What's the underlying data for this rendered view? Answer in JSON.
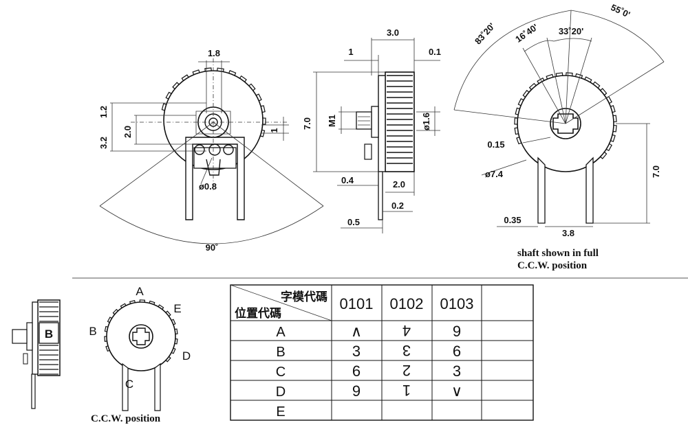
{
  "front_view": {
    "dims": {
      "top": "1.8",
      "upper_left": "1.2",
      "lower_left": "3.2",
      "inner_left": "2.0",
      "right": "1",
      "hole": "ø0.8",
      "angle": "90˚"
    }
  },
  "side_view": {
    "dims": {
      "width": "3.0",
      "left_top": "1",
      "right_top": "0.1",
      "height": "7.0",
      "thread": "M1",
      "diameter": "ø1.6",
      "pin_offset": "0.4",
      "body": "2.0",
      "pin_width": "0.2",
      "pin_base": "0.5"
    }
  },
  "rear_view": {
    "dims": {
      "angle_total": "83˚20'",
      "angle_right": "55˚0'",
      "angle_a": "16˚40'",
      "angle_b": "33˚20'",
      "gap": "0.15",
      "diameter": "ø7.4",
      "height": "7.0",
      "pin_width": "0.35",
      "pin_span": "3.8"
    },
    "caption_line1": "shaft shown in full",
    "caption_line2": "C.C.W. position"
  },
  "mini_views": {
    "side_label": "B",
    "positions": {
      "a": "A",
      "b": "B",
      "c": "C",
      "d": "D",
      "e": "E"
    },
    "caption": "C.C.W. position"
  },
  "table": {
    "header_top": "字模代碼",
    "header_bottom": "位置代碼",
    "columns": [
      "0101",
      "0102",
      "0103"
    ],
    "rows": [
      {
        "label": "A",
        "cells": [
          "∧",
          "4",
          "9"
        ],
        "rot": [
          0,
          180,
          0
        ]
      },
      {
        "label": "B",
        "cells": [
          "3",
          "3",
          "6"
        ],
        "rot": [
          0,
          180,
          0
        ]
      },
      {
        "label": "C",
        "cells": [
          "6",
          "2",
          "3"
        ],
        "rot": [
          0,
          180,
          0
        ]
      },
      {
        "label": "D",
        "cells": [
          "9",
          "1",
          "∨"
        ],
        "rot": [
          0,
          180,
          0
        ]
      },
      {
        "label": "E",
        "cells": [
          "",
          "",
          ""
        ],
        "rot": [
          0,
          0,
          0
        ]
      }
    ]
  }
}
